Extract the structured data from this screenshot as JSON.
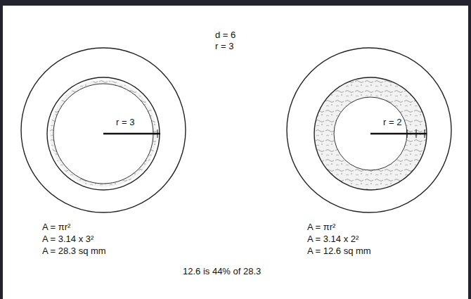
{
  "diagram": {
    "labels": [
      "d = 6",
      "r = 3",
      "r = 3",
      "r = 2",
      "A = πr²",
      "A = 3.14 x 3²",
      "A = 28.3 sq mm",
      "A = πr²",
      "A = 3.14 x 2²",
      "A = 12.6 sq mm",
      "12.6 is 44% of 28.3"
    ]
  }
}
